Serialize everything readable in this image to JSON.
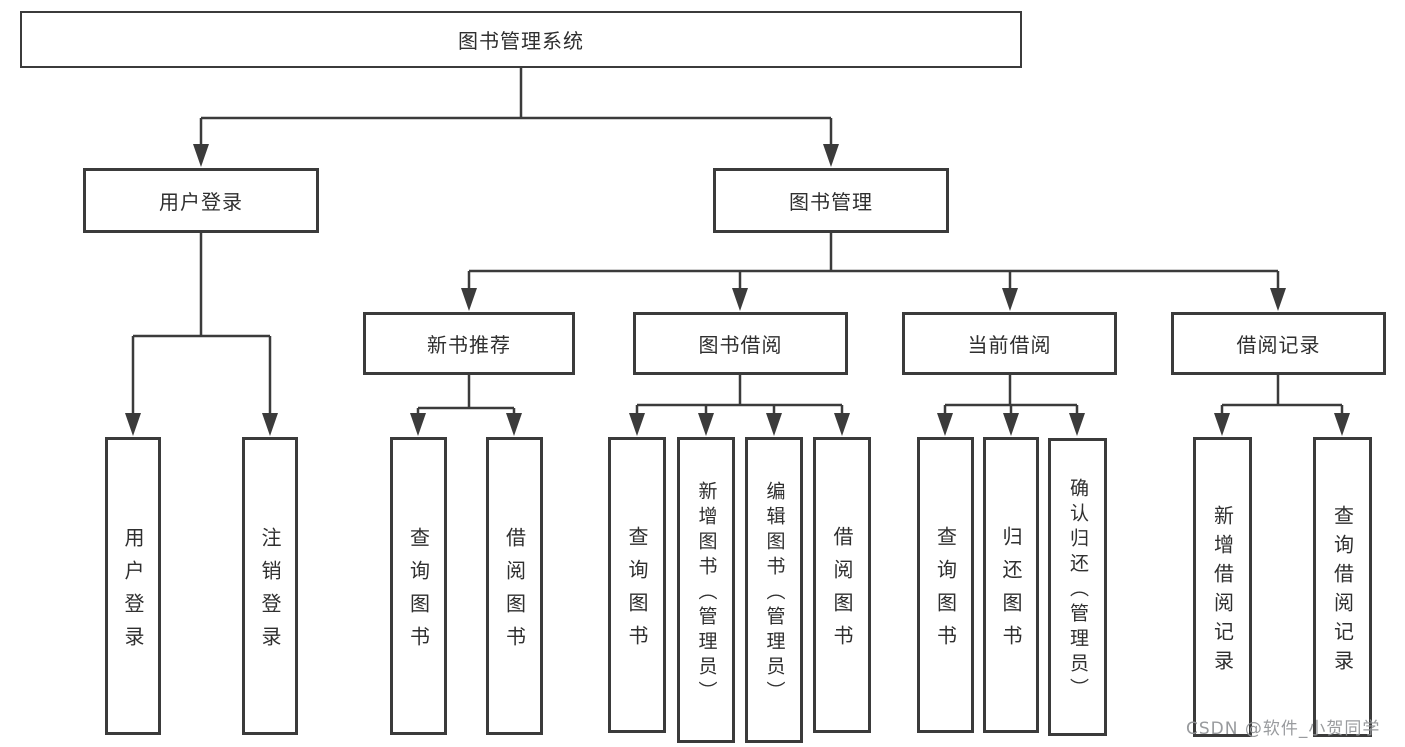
{
  "diagram": {
    "title": "图书管理系统"
  },
  "nodes": {
    "root": "图书管理系统",
    "login": "用户登录",
    "mgmt": "图书管理",
    "login_user": "用户登录",
    "login_logout": "注销登录",
    "rec": "新书推荐",
    "rec_query": "查询图书",
    "rec_borrow": "借阅图书",
    "borrow": "图书借阅",
    "borrow_query": "查询图书",
    "borrow_add": "新增图书（管理员）",
    "borrow_edit": "编辑图书（管理员）",
    "borrow_borrow": "借阅图书",
    "current": "当前借阅",
    "current_query": "查询图书",
    "current_return": "归还图书",
    "current_confirm": "确认归还（管理员）",
    "record": "借阅记录",
    "record_add": "新增借阅记录",
    "record_query": "查询借阅记录"
  },
  "hierarchy": {
    "label": "图书管理系统",
    "children": [
      {
        "label": "用户登录",
        "children": [
          {
            "label": "用户登录"
          },
          {
            "label": "注销登录"
          }
        ]
      },
      {
        "label": "图书管理",
        "children": [
          {
            "label": "新书推荐",
            "children": [
              {
                "label": "查询图书"
              },
              {
                "label": "借阅图书"
              }
            ]
          },
          {
            "label": "图书借阅",
            "children": [
              {
                "label": "查询图书"
              },
              {
                "label": "新增图书（管理员）"
              },
              {
                "label": "编辑图书（管理员）"
              },
              {
                "label": "借阅图书"
              }
            ]
          },
          {
            "label": "当前借阅",
            "children": [
              {
                "label": "查询图书"
              },
              {
                "label": "归还图书"
              },
              {
                "label": "确认归还（管理员）"
              }
            ]
          },
          {
            "label": "借阅记录",
            "children": [
              {
                "label": "新增借阅记录"
              },
              {
                "label": "查询借阅记录"
              }
            ]
          }
        ]
      }
    ]
  },
  "watermark": "CSDN @软件_小贺同学",
  "colors": {
    "line": "#3b3b3b",
    "text": "#2f2f2f",
    "background": "#ffffff",
    "watermark": "#949699"
  }
}
